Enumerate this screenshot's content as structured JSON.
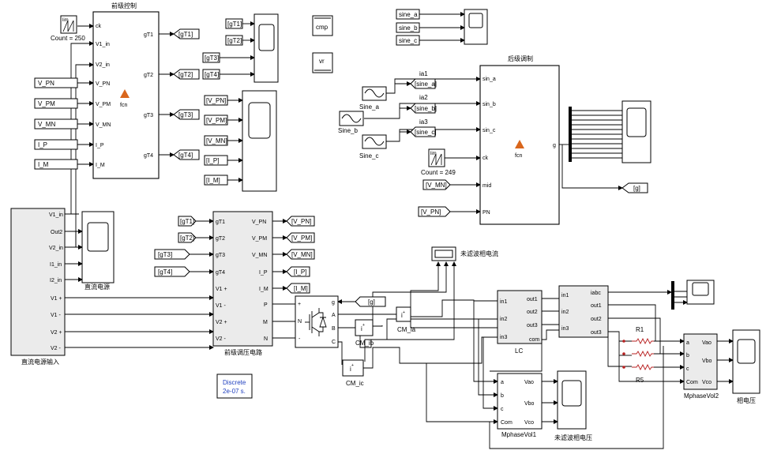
{
  "palette": {
    "line": "#000000",
    "block_fill": "#ffffff",
    "shaded_fill": "#ebebeb",
    "annotation_blue": "#1f3fbf",
    "matlab_orange": "#d9661c",
    "resistor_red": "#b82020"
  },
  "block_icons": {
    "fcn": "matlab-logo-icon",
    "scope": "scope-screen-icon",
    "sine": "sine-wave-icon",
    "counter": "sawtooth-icon",
    "igbt": "igbt-switch-icon",
    "resistor": "resistor-icon",
    "mux": "mux-bar-icon",
    "sum": "sum-icon",
    "display": "display-icon"
  },
  "counter1": {
    "label": "Count = 250"
  },
  "counter2": {
    "label": "Count = 249"
  },
  "fcn1": {
    "title": "前级控制",
    "fcn_label": "fcn",
    "inputs": [
      "ck",
      "V1_in",
      "V2_in",
      "V_PN",
      "V_PM",
      "V_MN",
      "I_P",
      "I_M"
    ],
    "outputs": [
      "gT1",
      "gT2",
      "gT3",
      "gT4"
    ]
  },
  "front_froms": [
    "V_PN",
    "V_PM",
    "V_MN",
    "I_P",
    "I_M"
  ],
  "goto_gT": [
    "[gT1]",
    "[gT2]",
    "[gT3]",
    "[gT4]"
  ],
  "scope_gT_inputs": [
    "[gT1]",
    "[gT2]",
    "[gT3]",
    "[gT4]"
  ],
  "scope_v_inputs": [
    "[V_PN]",
    "[V_PM]",
    "[V_MN]",
    "[I_P]",
    "[I_M]"
  ],
  "cmp_block": "cmp",
  "vr_block": "vr",
  "sine_froms": [
    "sine_a",
    "sine_b",
    "sine_c"
  ],
  "fcn2": {
    "title": "后级调制",
    "fcn_label": "fcn",
    "inputs": [
      "sin_a",
      "sin_b",
      "sin_c",
      "ck",
      "mid",
      "PN"
    ],
    "output": "g"
  },
  "sines": [
    {
      "name": "Sine_a",
      "ia": "ia1",
      "goto": "[sine_a]"
    },
    {
      "name": "Sine_b",
      "ia": "ia2",
      "goto": "[sine_b]"
    },
    {
      "name": "Sine_c",
      "ia": "ia3",
      "goto": "[sine_c]"
    }
  ],
  "fcn2_from_mid": "[V_MN]",
  "fcn2_from_pn": "[V_PN]",
  "goto_g": "[g]",
  "dc_source": {
    "label": "直流电源输入",
    "outputs": [
      "V1_in",
      "Out2",
      "V2_in",
      "I1_in",
      "I2_in",
      "V1 +",
      "V1 -",
      "V2 +",
      "V2 -"
    ]
  },
  "dc_scope": {
    "label": "直流电源"
  },
  "front_circuit": {
    "label": "前级调压电路",
    "inputs": [
      "gT1",
      "gT2",
      "gT3",
      "gT4",
      "V1 +",
      "V1 -",
      "V2 +",
      "V2 -"
    ],
    "outputs": [
      "V_PN",
      "V_PM",
      "V_MN",
      "I_P",
      "I_M",
      "P",
      "M",
      "N"
    ]
  },
  "front_from_g": [
    "[gT1]",
    "[gT2]",
    "[gT3]",
    "[gT4]"
  ],
  "front_goto": [
    "[V_PN]",
    "[V_PM]",
    "[V_MN]",
    "[I_P]",
    "[I_M]"
  ],
  "inverter": {
    "ports_in": [
      "+",
      "N",
      "-"
    ],
    "ports_right": [
      "g",
      "A",
      "B",
      "C"
    ]
  },
  "from_g": "[g]",
  "cm": [
    "CM_ia",
    "CM_ib",
    "CM_ic"
  ],
  "display_label": "未滤波相电流",
  "lc": {
    "label": "LC",
    "inputs": [
      "in1",
      "in2",
      "in3"
    ],
    "outputs": [
      "out1",
      "out2",
      "out3",
      "com"
    ]
  },
  "meas": {
    "inputs": [
      "in1",
      "in2",
      "in3"
    ],
    "outputs": [
      "iabc",
      "out1",
      "out2",
      "out3"
    ]
  },
  "resistors": [
    "R1",
    "R5"
  ],
  "mphase2": {
    "label": "MphaseVol2",
    "inputs": [
      "a",
      "b",
      "c",
      "Com"
    ],
    "outputs": [
      "Vao",
      "Vbo",
      "Vco"
    ]
  },
  "mphase1": {
    "label": "MphaseVol1",
    "inputs": [
      "a",
      "b",
      "c",
      "Com"
    ],
    "outputs": [
      "Vao",
      "Vbo",
      "Vco"
    ]
  },
  "scope_phase_v": {
    "label": "相电压"
  },
  "scope_unfilt_v": {
    "label": "未滤波相电压"
  },
  "discrete": {
    "line1": "Discrete",
    "line2": "2e-07 s."
  }
}
